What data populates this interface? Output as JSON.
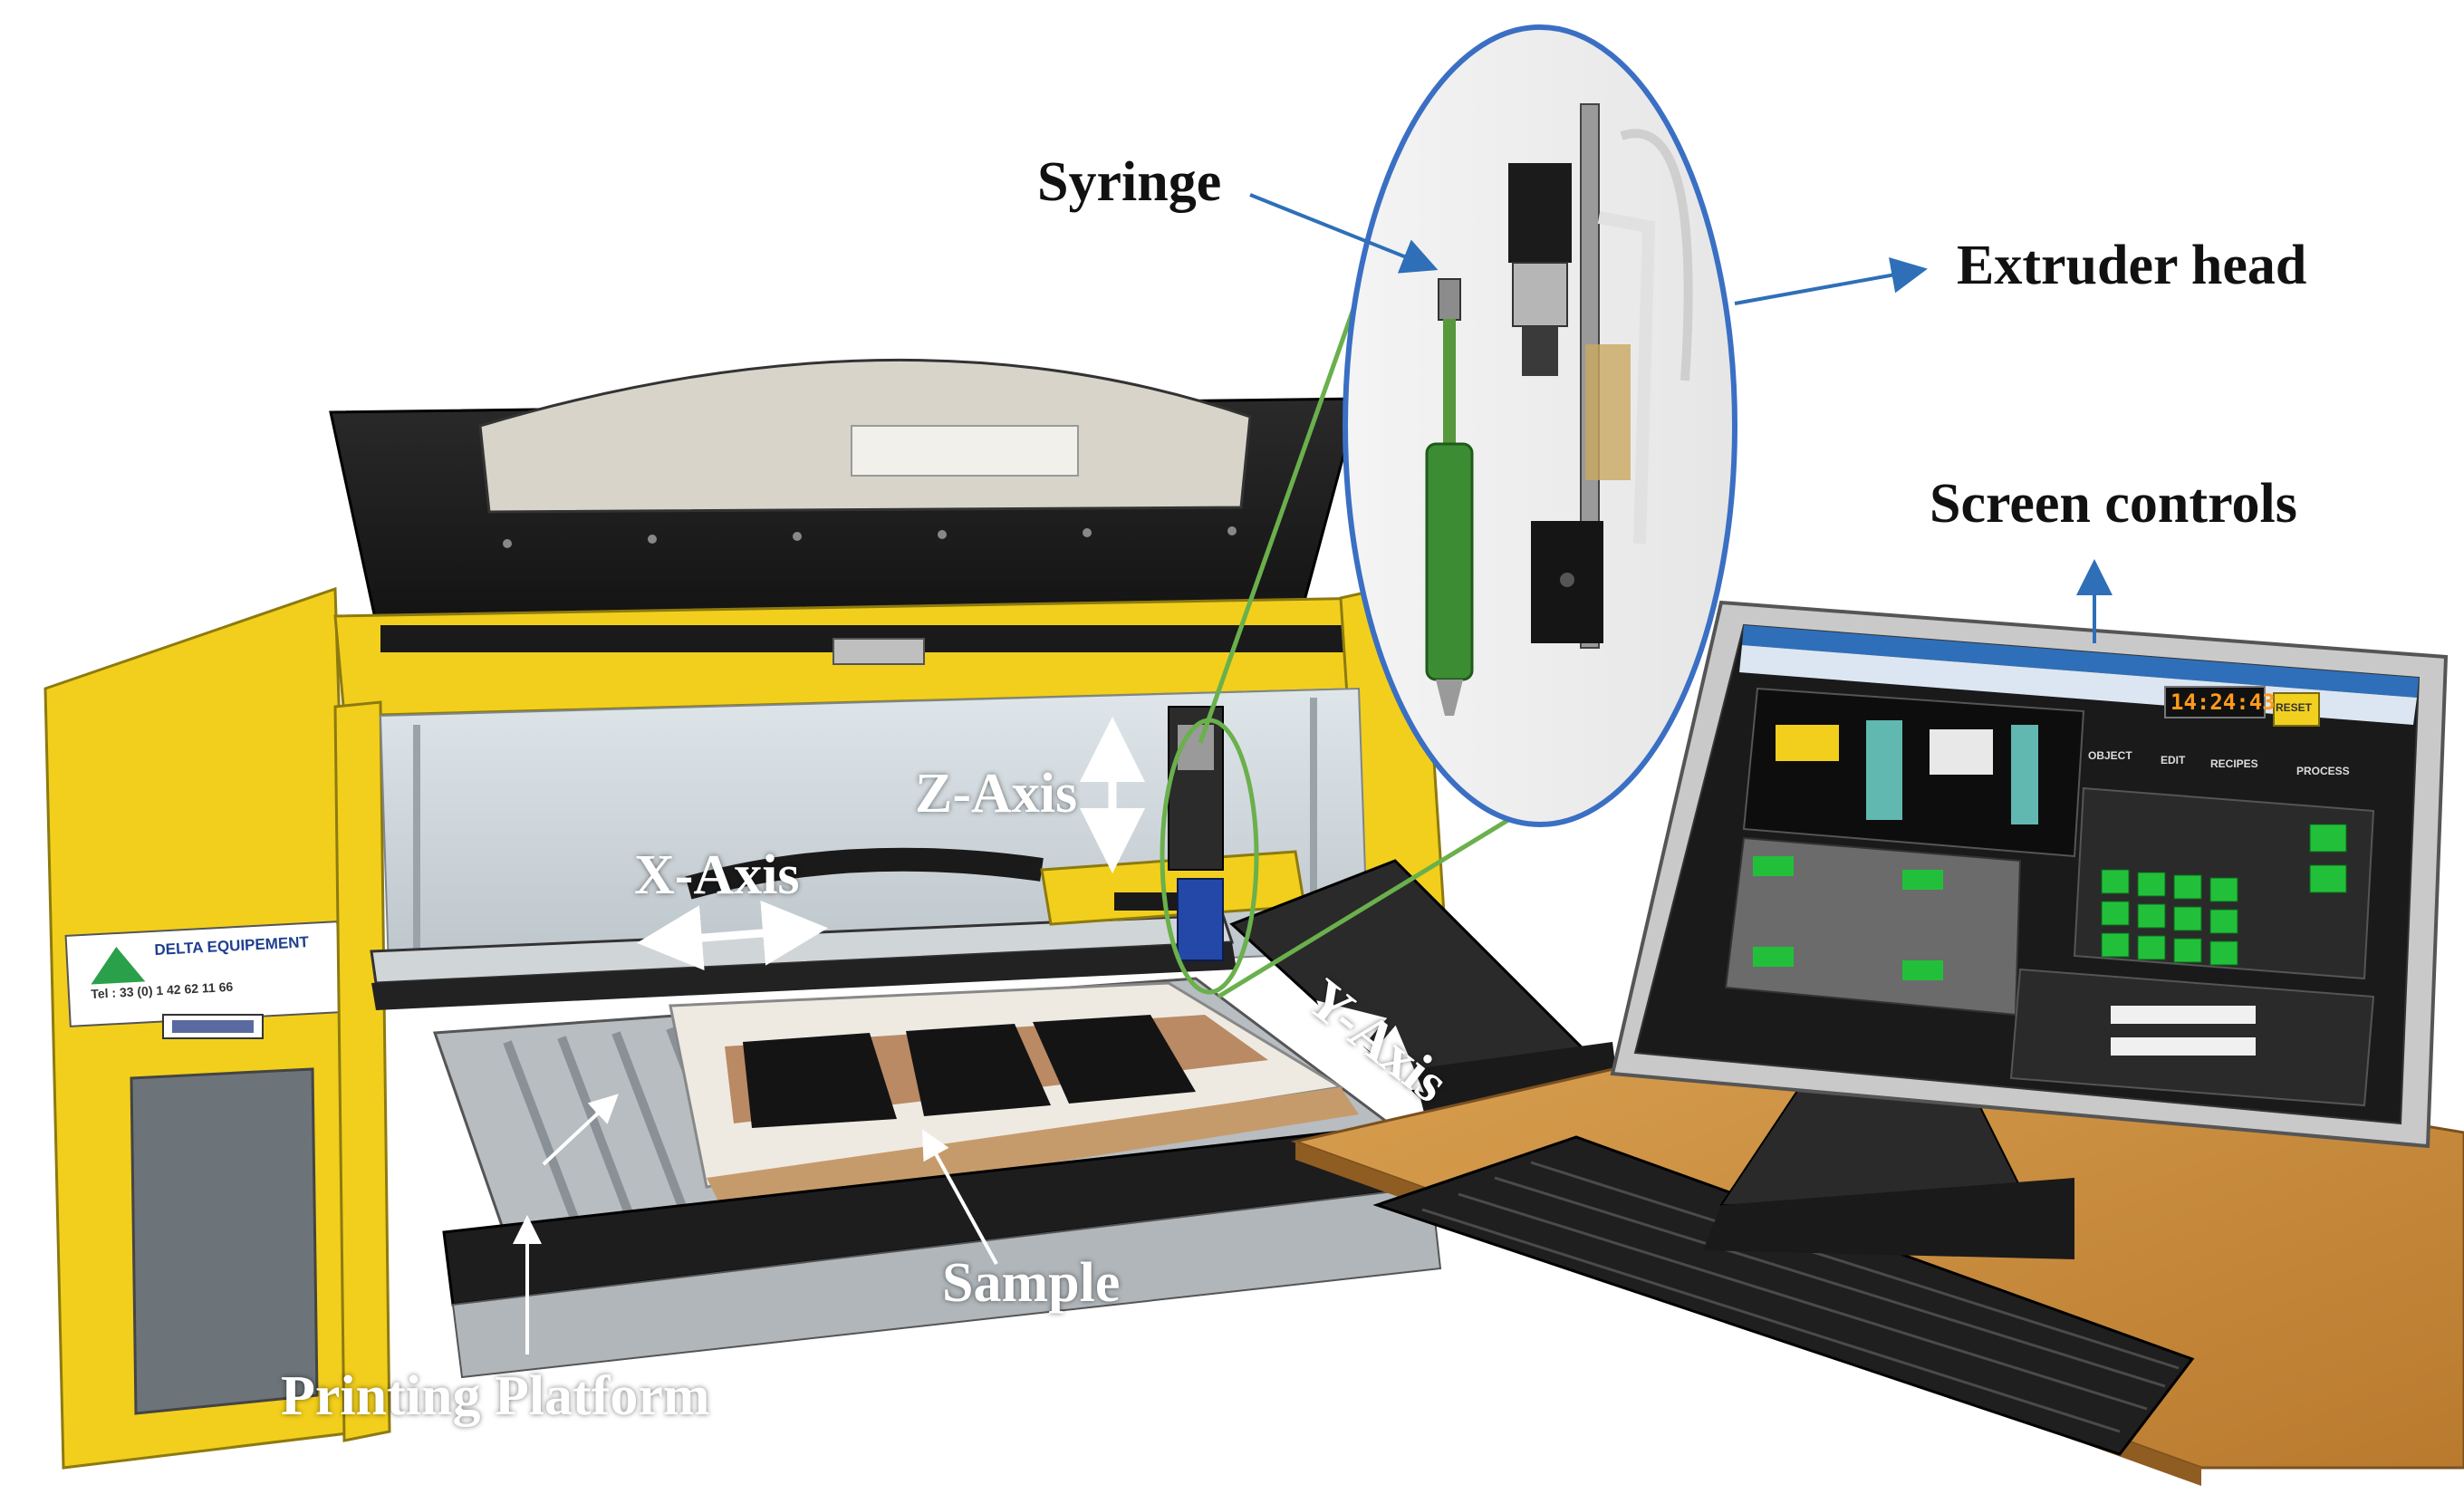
{
  "labels": {
    "syringe": "Syringe",
    "extruder_head": "Extruder head",
    "screen_controls": "Screen controls",
    "z_axis": "Z-Axis",
    "x_axis": "X-Axis",
    "y_axis": "Y-Axis",
    "sample": "Sample",
    "printing_platform": "Printing Platform"
  },
  "machine_badge": {
    "brand_line1": "DELTA",
    "brand_line2": "EQUIPEMENT",
    "phone": "Tel : 33 (0) 1 42 62 11 66"
  },
  "monitor": {
    "buttons": [
      "OBJECT",
      "EDIT",
      "RECIPES",
      "PROCESS"
    ],
    "reset_label": "RESET",
    "clock": "14:24:43"
  },
  "colors": {
    "callout_blue": "#2e6fb8",
    "ellipse_blue": "#3a6fc4",
    "syringe_green": "#6ab04c",
    "machine_yellow": "#f2cf1c",
    "screen_green": "#22c03a"
  }
}
